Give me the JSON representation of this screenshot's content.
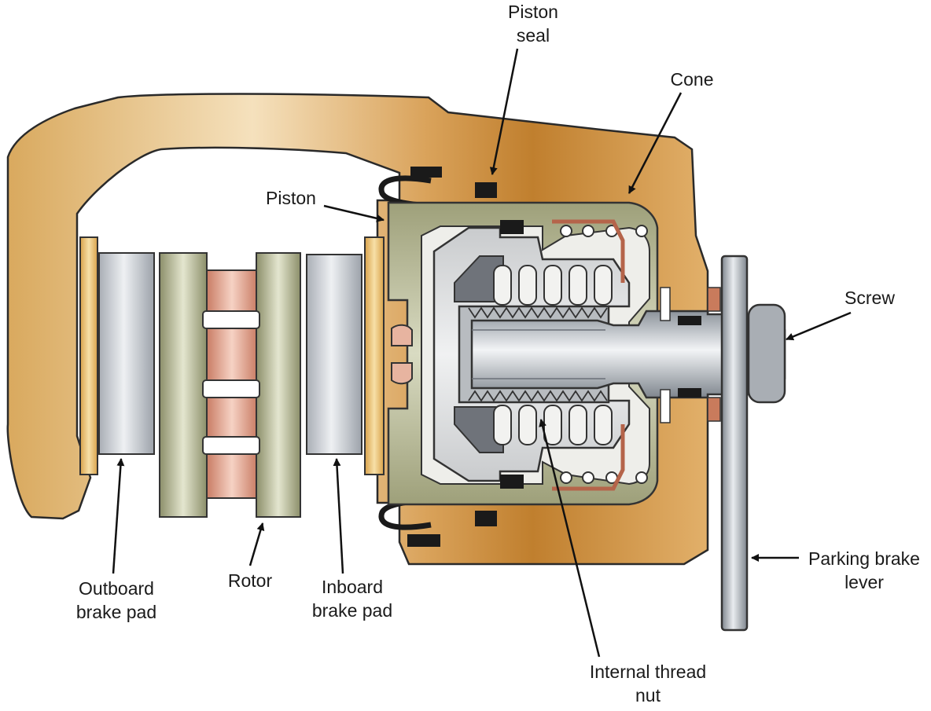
{
  "labels": {
    "piston_seal": [
      "Piston",
      "seal"
    ],
    "cone": "Cone",
    "piston": "Piston",
    "screw": "Screw",
    "parking_brake_lever": [
      "Parking brake",
      "lever"
    ],
    "internal_thread_nut": [
      "Internal thread",
      "nut"
    ],
    "inboard_brake_pad": [
      "Inboard",
      "brake pad"
    ],
    "rotor": "Rotor",
    "outboard_brake_pad": [
      "Outboard",
      "brake pad"
    ]
  }
}
